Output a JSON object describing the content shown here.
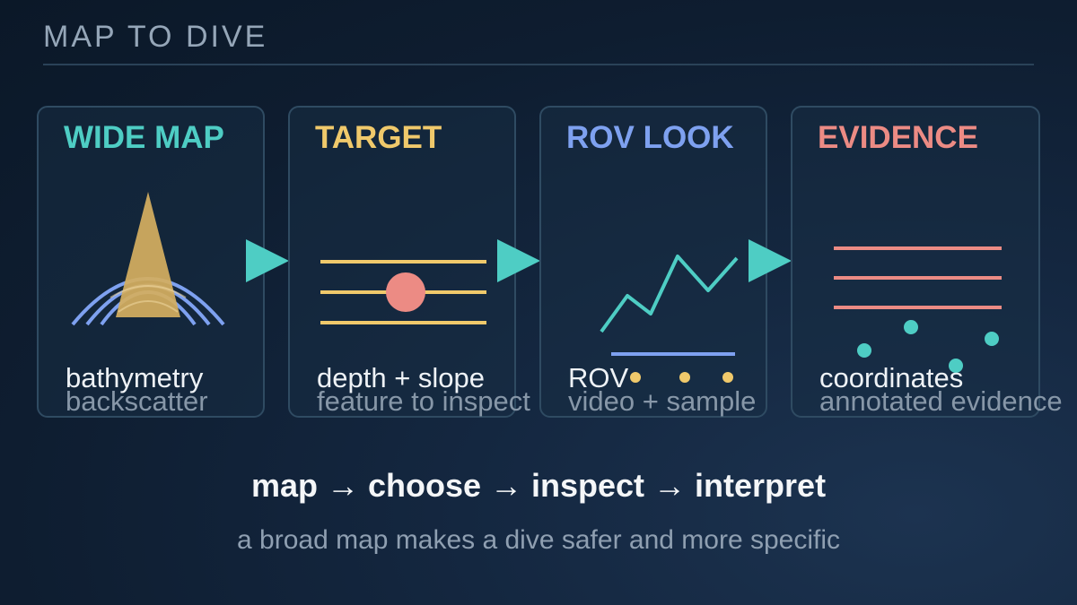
{
  "title": "MAP TO DIVE",
  "cards": [
    {
      "heading": "WIDE MAP",
      "line1": "bathymetry",
      "line2": "backscatter",
      "accent": "#4ecdc4",
      "icon": "sonar-swath-icon"
    },
    {
      "heading": "TARGET",
      "line1": "depth + slope",
      "line2": "feature to inspect",
      "accent": "#f0c96b",
      "icon": "target-feature-icon"
    },
    {
      "heading": "ROV LOOK",
      "line1": "ROV",
      "line2": "video + sample",
      "accent": "#7ea1f0",
      "icon": "rov-profile-icon"
    },
    {
      "heading": "EVIDENCE",
      "line1": "coordinates",
      "line2": "annotated evidence",
      "accent": "#ec8b84",
      "icon": "evidence-record-icon"
    }
  ],
  "arrows": [
    "arrow-right-icon",
    "arrow-right-icon",
    "arrow-right-icon"
  ],
  "flow": "map → choose → inspect → interpret",
  "caption": "a broad map makes a dive safer and more specific",
  "colors": {
    "teal": "#4ecdc4",
    "gold": "#f0c96b",
    "periwinkle": "#7ea1f0",
    "salmon": "#ec8b84",
    "sand": "#d4ae60"
  }
}
